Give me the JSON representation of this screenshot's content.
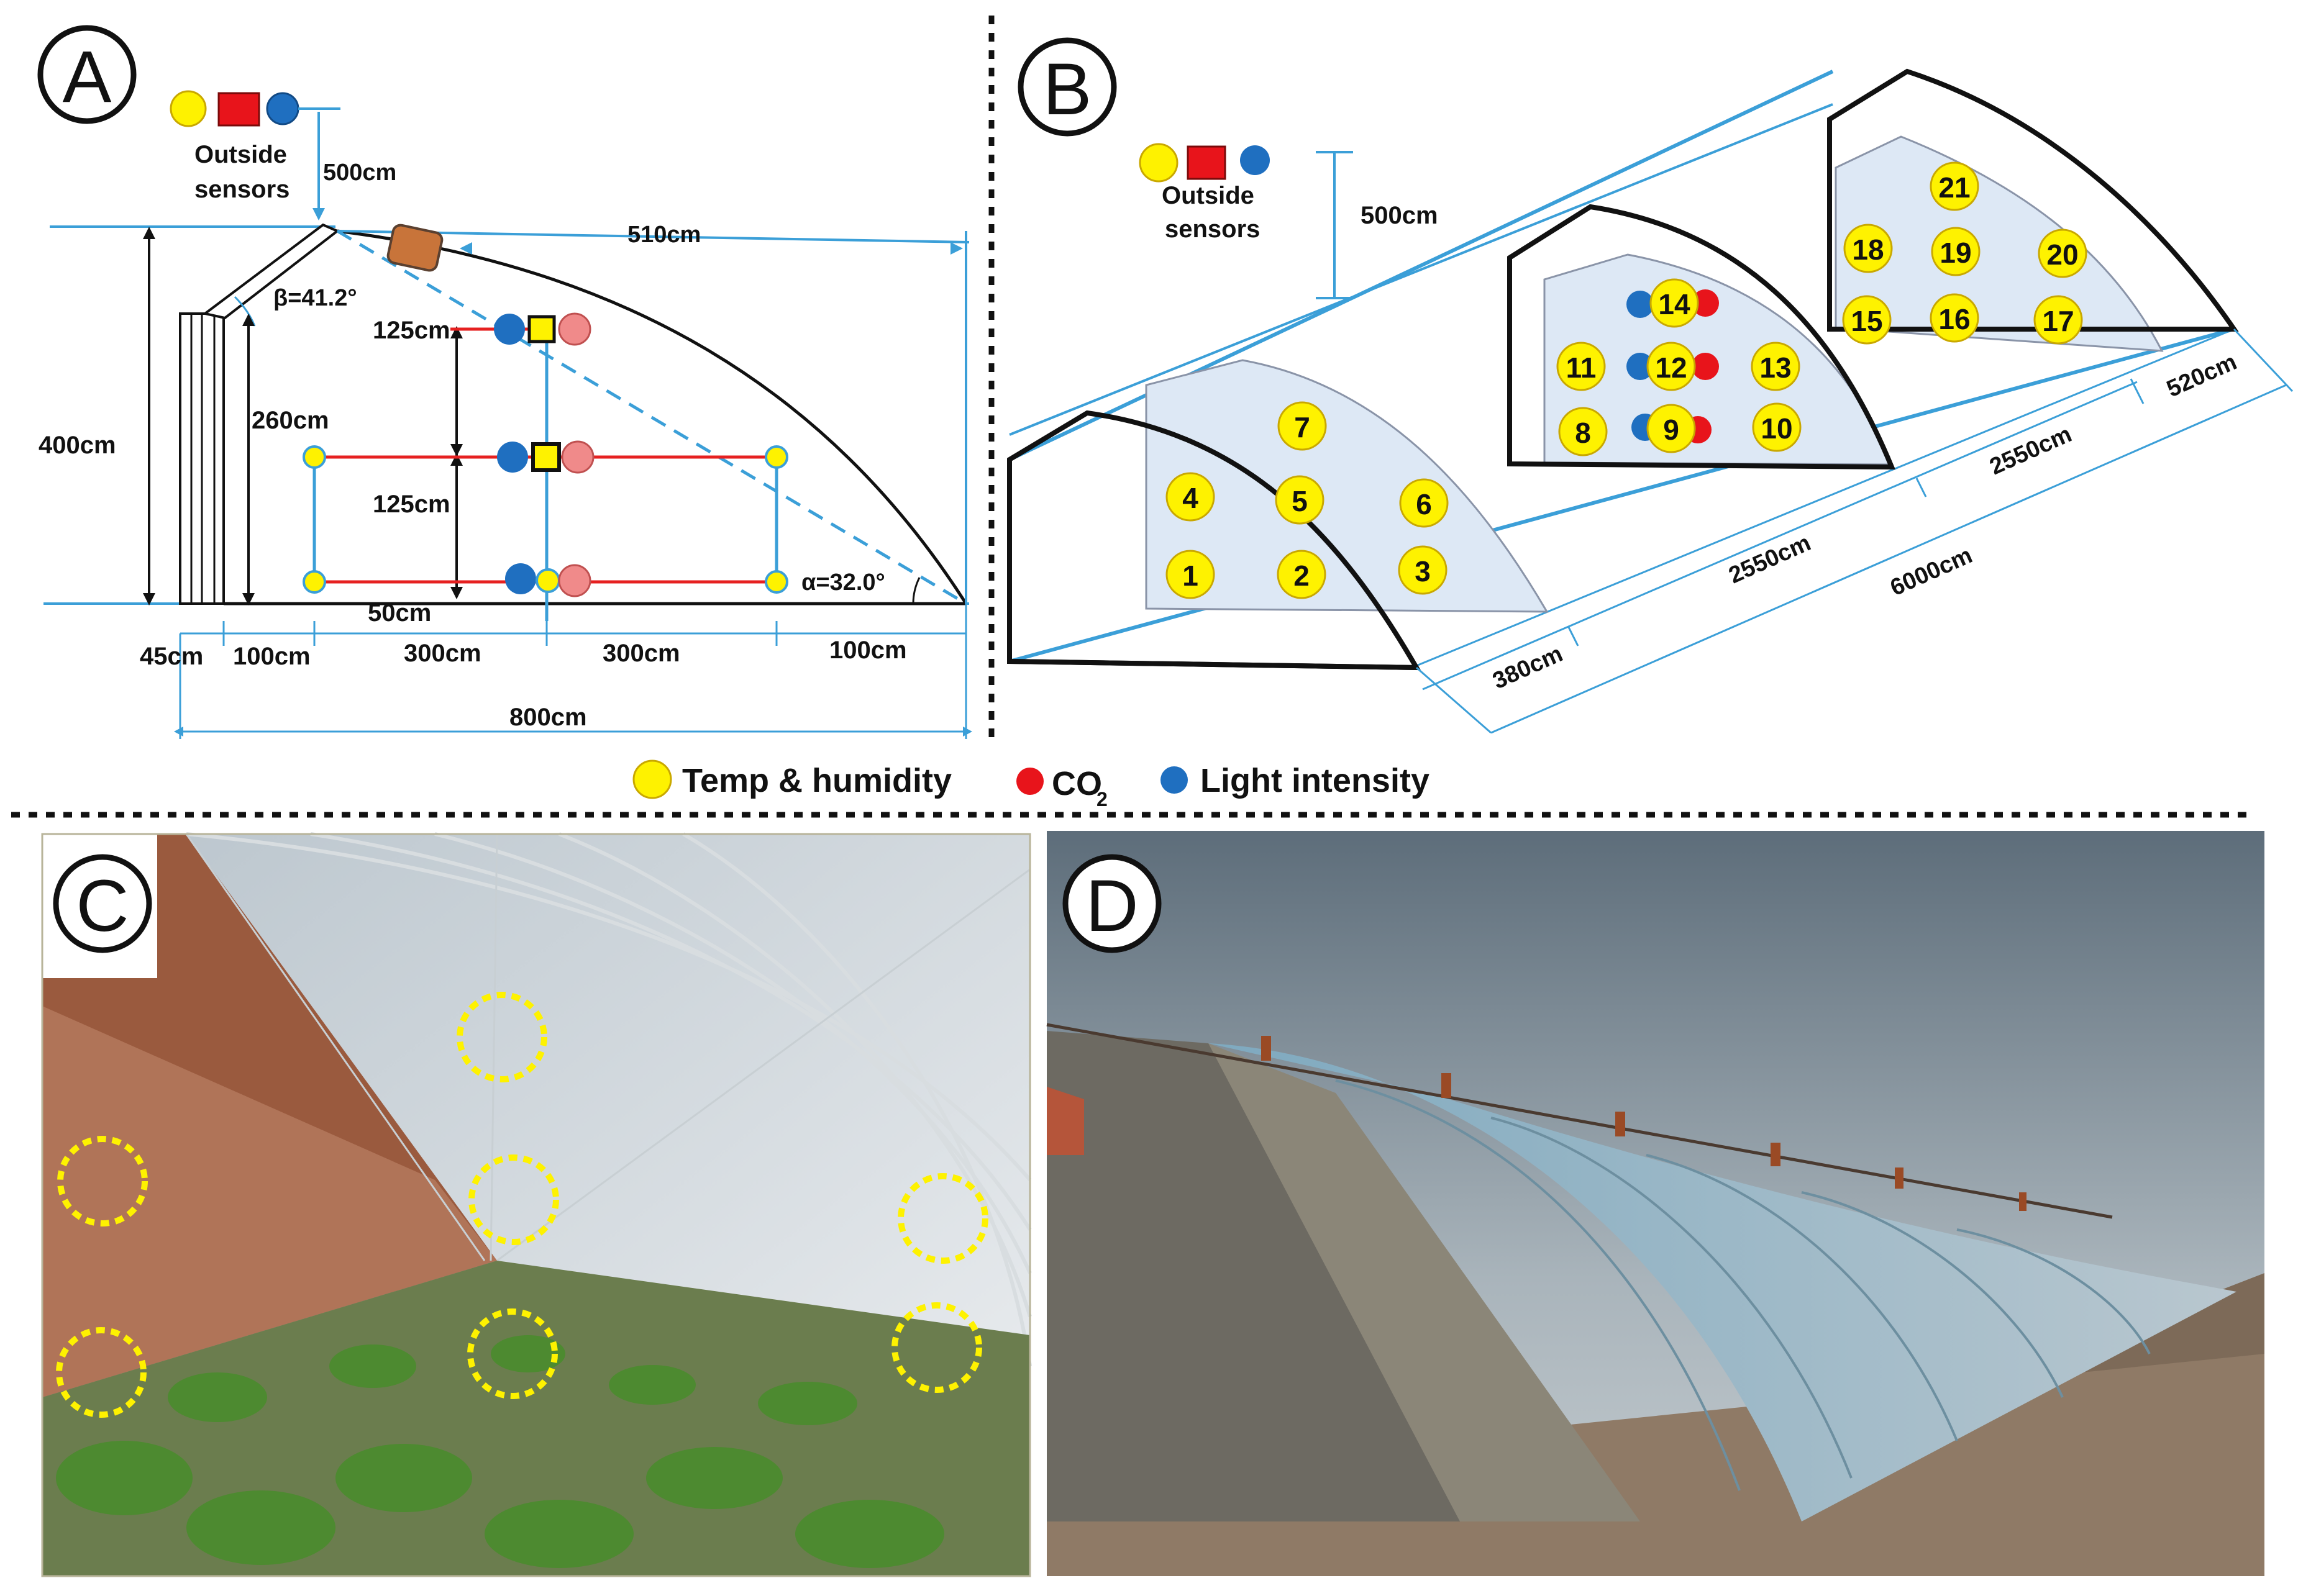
{
  "panel_labels": {
    "a": "A",
    "b": "B",
    "c": "C",
    "d": "D"
  },
  "panel_a": {
    "outside_label_1": "Outside",
    "outside_label_2": "sensors",
    "h500": "500cm",
    "w510": "510cm",
    "beta": "β=41.2°",
    "alpha": "α=32.0°",
    "h400": "400cm",
    "h260": "260cm",
    "h125a": "125cm",
    "h125b": "125cm",
    "h50": "50cm",
    "b45": "45cm",
    "b100a": "100cm",
    "b300a": "300cm",
    "b300b": "300cm",
    "b100b": "100cm",
    "b800": "800cm"
  },
  "panel_b": {
    "outside_label_1": "Outside",
    "outside_label_2": "sensors",
    "h500": "500cm",
    "d520": "520cm",
    "d2550a": "2550cm",
    "d2550b": "2550cm",
    "d6000": "6000cm",
    "d380": "380cm",
    "sensor_numbers": [
      "1",
      "2",
      "3",
      "4",
      "5",
      "6",
      "7",
      "8",
      "9",
      "10",
      "11",
      "12",
      "13",
      "14",
      "15",
      "16",
      "17",
      "18",
      "19",
      "20",
      "21"
    ]
  },
  "legend": {
    "temp": "Temp & humidity",
    "co2": "CO",
    "co2_sub": "2",
    "light": "Light intensity"
  },
  "colors": {
    "temp_humidity": "#fef200",
    "co2": "#e8141b",
    "light": "#1f6fc0",
    "dimension_line": "#3b9fd8",
    "support_line": "#e62020",
    "zone_fill": "#dde8f5"
  }
}
